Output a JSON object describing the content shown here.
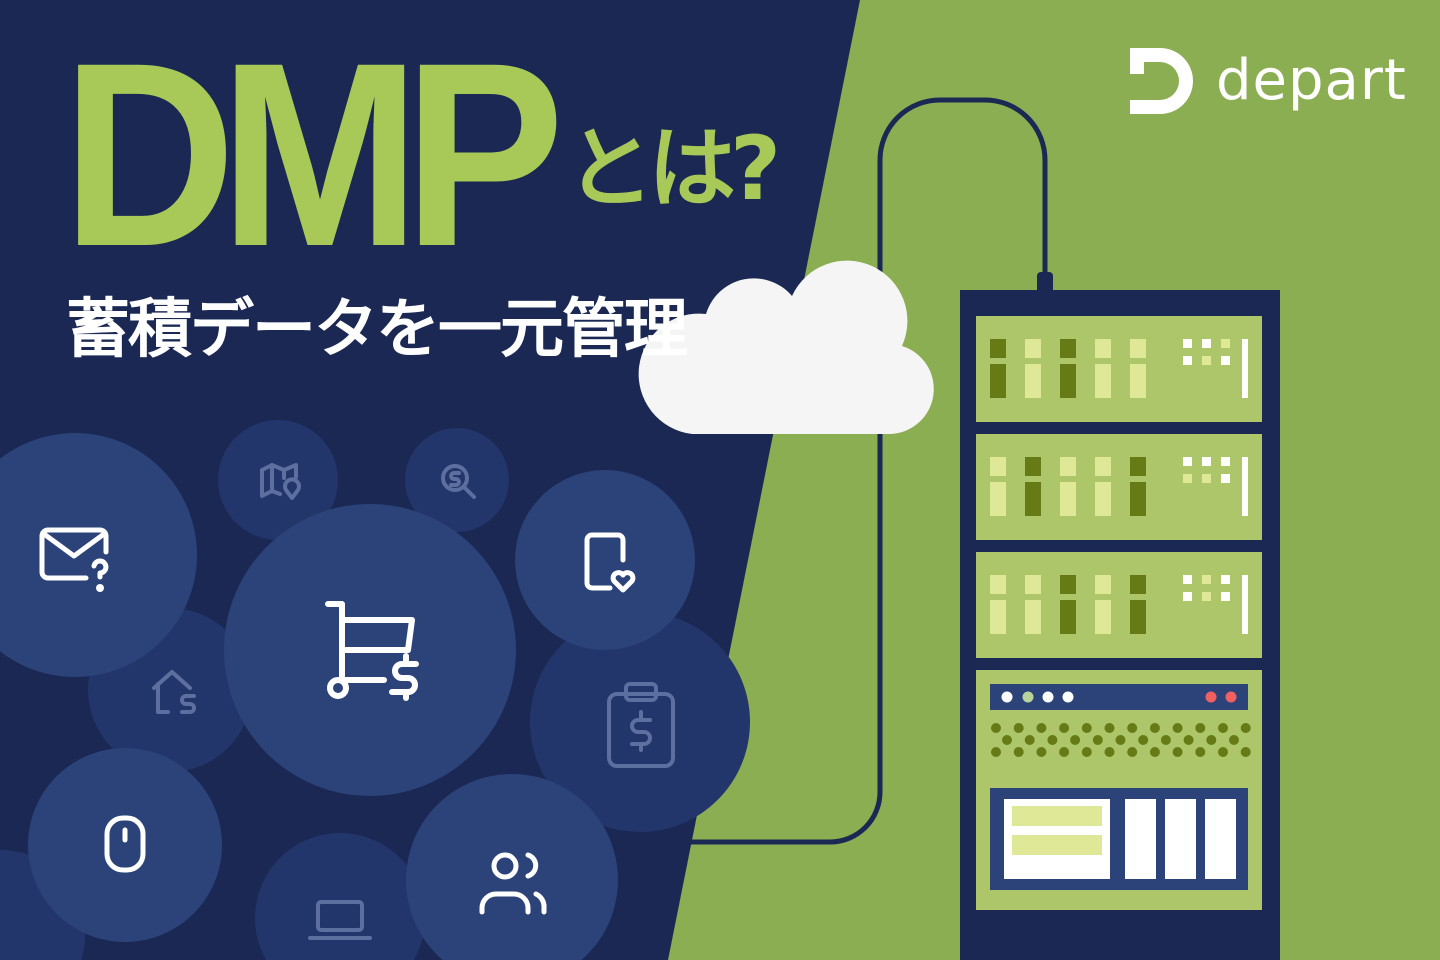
{
  "headline": {
    "main": "DMP",
    "suffix": "とは?",
    "subtitle": "蓄積データを一元管理"
  },
  "logo": {
    "text": "depart"
  },
  "colors": {
    "navy": "#1a2853",
    "green": "#8cae52",
    "accent_green": "#a8c957",
    "bubble": "#2b4379",
    "bubble_dark": "#23366b"
  },
  "icons": [
    "mail-question-icon",
    "map-pin-icon",
    "search-dollar-icon",
    "cart-dollar-icon",
    "phone-heart-icon",
    "house-dollar-icon",
    "clipboard-dollar-icon",
    "mouse-icon",
    "laptop-icon",
    "people-icon",
    "cloud-icon",
    "server-rack-icon"
  ]
}
